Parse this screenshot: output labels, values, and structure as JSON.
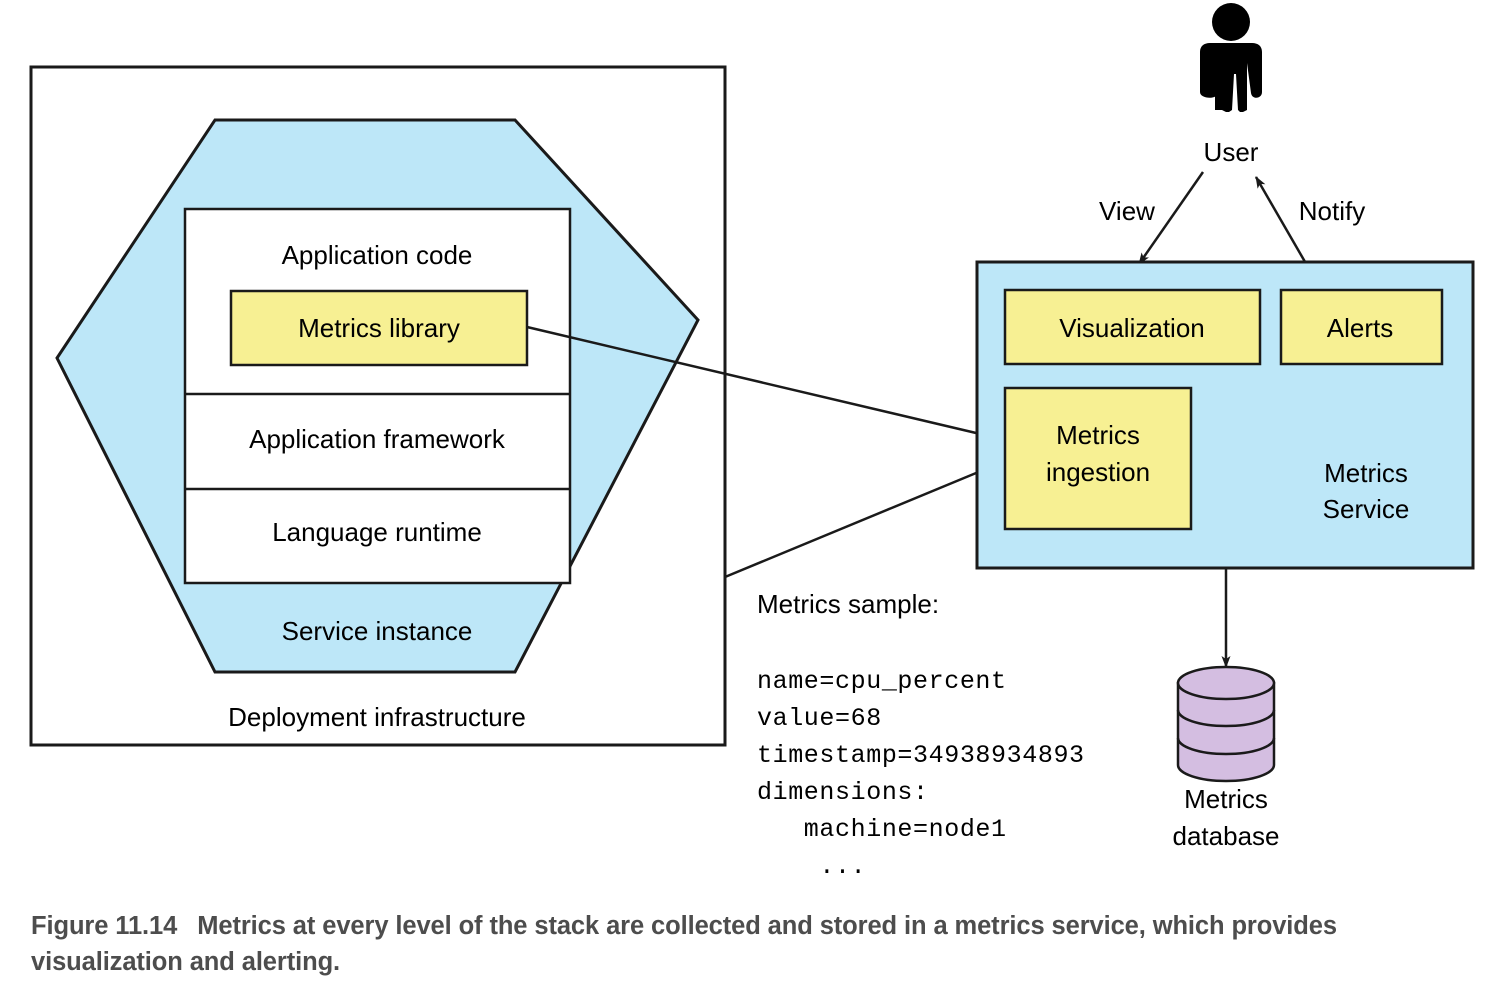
{
  "figure": {
    "caption_number": "Figure 11.14",
    "caption_text": "Metrics at every level of the stack are collected and stored in a metrics service, which provides visualization and alerting."
  },
  "colors": {
    "blue_fill": "#BDE7F8",
    "yellow_fill": "#F7F093",
    "purple_fill": "#D4BEE1",
    "stroke": "#1a1a1a",
    "white_fill": "#ffffff",
    "caption_text": "#4d4d4d"
  },
  "deployment": {
    "outer_label": "Deployment infrastructure",
    "hexagon_label": "Service instance",
    "stack": [
      {
        "label": "Application code"
      },
      {
        "label": "Application framework"
      },
      {
        "label": "Language runtime"
      }
    ],
    "metrics_library_label": "Metrics library"
  },
  "actor": {
    "label": "User"
  },
  "arrows": {
    "view_label": "View",
    "notify_label": "Notify"
  },
  "metrics_service": {
    "label_line1": "Metrics",
    "label_line2": "Service",
    "visualization_label": "Visualization",
    "alerts_label": "Alerts",
    "ingestion_label_line1": "Metrics",
    "ingestion_label_line2": "ingestion"
  },
  "database": {
    "label_line1": "Metrics",
    "label_line2": "database"
  },
  "metrics_sample": {
    "heading": "Metrics sample:",
    "lines": [
      "name=cpu_percent",
      "value=68",
      "timestamp=34938934893",
      "dimensions:",
      "   machine=node1",
      "    ..."
    ]
  }
}
